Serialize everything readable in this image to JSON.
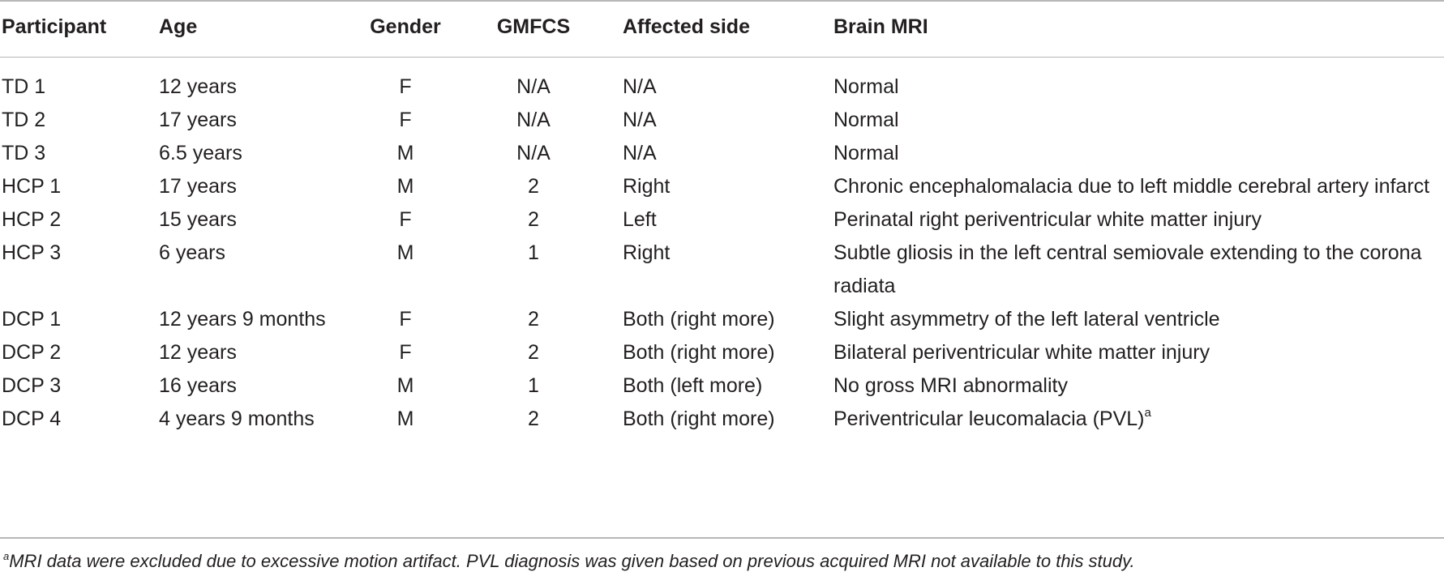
{
  "table": {
    "headers": [
      "Participant",
      "Age",
      "Gender",
      "GMFCS",
      "Affected side",
      "Brain MRI"
    ],
    "rows": [
      {
        "participant": "TD 1",
        "age": "12 years",
        "gender": "F",
        "gmfcs": "N/A",
        "side": "N/A",
        "mri": "Normal",
        "mri_sup": ""
      },
      {
        "participant": "TD 2",
        "age": "17 years",
        "gender": "F",
        "gmfcs": "N/A",
        "side": "N/A",
        "mri": "Normal",
        "mri_sup": ""
      },
      {
        "participant": "TD 3",
        "age": "6.5 years",
        "gender": "M",
        "gmfcs": "N/A",
        "side": "N/A",
        "mri": "Normal",
        "mri_sup": ""
      },
      {
        "participant": "HCP 1",
        "age": "17 years",
        "gender": "M",
        "gmfcs": "2",
        "side": "Right",
        "mri": "Chronic encephalomalacia due to left middle cerebral artery infarct",
        "mri_sup": ""
      },
      {
        "participant": "HCP 2",
        "age": "15 years",
        "gender": "F",
        "gmfcs": "2",
        "side": "Left",
        "mri": "Perinatal right periventricular white matter injury",
        "mri_sup": ""
      },
      {
        "participant": "HCP 3",
        "age": "6 years",
        "gender": "M",
        "gmfcs": "1",
        "side": "Right",
        "mri": "Subtle gliosis in the left central semiovale extending to the corona radiata",
        "mri_sup": ""
      },
      {
        "participant": "DCP 1",
        "age": "12 years 9 months",
        "gender": "F",
        "gmfcs": "2",
        "side": "Both (right more)",
        "mri": "Slight asymmetry of the left lateral ventricle",
        "mri_sup": ""
      },
      {
        "participant": "DCP 2",
        "age": "12 years",
        "gender": "F",
        "gmfcs": "2",
        "side": "Both (right more)",
        "mri": "Bilateral periventricular white matter injury",
        "mri_sup": ""
      },
      {
        "participant": "DCP 3",
        "age": "16 years",
        "gender": "M",
        "gmfcs": "1",
        "side": "Both (left more)",
        "mri": "No gross MRI abnormality",
        "mri_sup": ""
      },
      {
        "participant": "DCP 4",
        "age": "4 years 9 months",
        "gender": "M",
        "gmfcs": "2",
        "side": "Both (right more)",
        "mri": "Periventricular leucomalacia (PVL)",
        "mri_sup": "a"
      }
    ]
  },
  "footnote": {
    "marker": "a",
    "text": "MRI data were excluded due to excessive motion artifact. PVL diagnosis was given based on previous acquired MRI not available to this study."
  }
}
